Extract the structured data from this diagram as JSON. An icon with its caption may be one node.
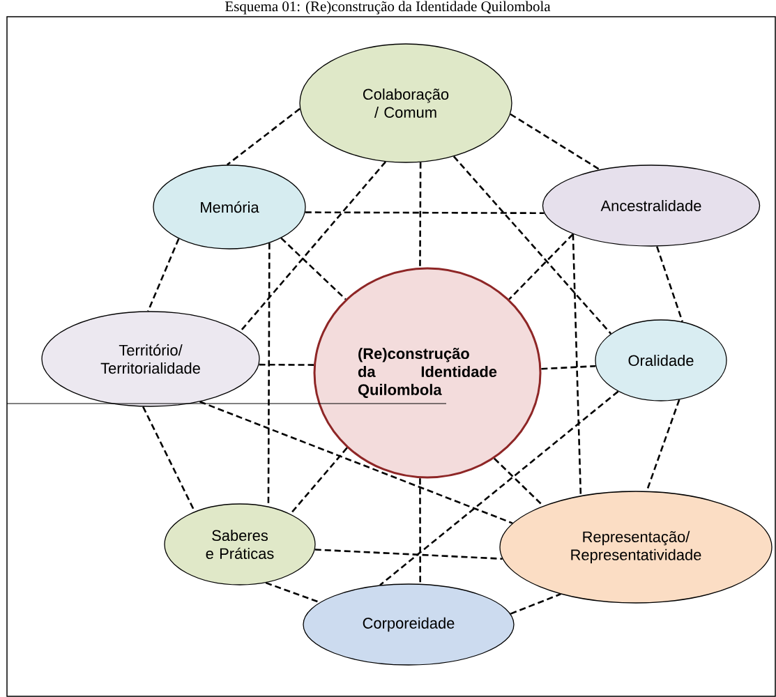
{
  "diagram": {
    "title": "Esquema 01: (Re)construção da Identidade Quilombola",
    "nodes": [
      {
        "text": [
          "Colaboração / Comum"
        ]
      },
      {
        "text": [
          "Memória"
        ]
      },
      {
        "text": [
          "Ancestralidade"
        ]
      },
      {
        "text": [
          "(Re)construção da Identidade Quilombola"
        ]
      },
      {
        "text": [
          "Território/ Territorialidade"
        ]
      },
      {
        "text": [
          "Oralidade"
        ]
      },
      {
        "text": [
          "Saberes e Práticas"
        ]
      },
      {
        "text": [
          "Representação/ Representatividade"
        ]
      },
      {
        "text": [
          "Corporeidade"
        ]
      }
    ],
    "edges": [
      {
        "from": 0,
        "to": 1,
        "arrow": "none"
      },
      {
        "from": 0,
        "to": 2,
        "arrow": "none"
      },
      {
        "from": 0,
        "to": 3,
        "arrow": "none"
      },
      {
        "from": 0,
        "to": 5,
        "arrow": "none"
      },
      {
        "from": 0,
        "to": 4,
        "arrow": "none"
      },
      {
        "from": 1,
        "to": 2,
        "arrow": "none"
      },
      {
        "from": 1,
        "to": 3,
        "arrow": "none"
      },
      {
        "from": 1,
        "to": 4,
        "arrow": "none"
      },
      {
        "from": 1,
        "to": 6,
        "arrow": "none"
      },
      {
        "from": 2,
        "to": 3,
        "arrow": "none"
      },
      {
        "from": 2,
        "to": 7,
        "arrow": "none"
      },
      {
        "from": 2,
        "to": 5,
        "arrow": "none"
      },
      {
        "from": 4,
        "to": 3,
        "arrow": "none"
      },
      {
        "from": 4,
        "to": 6,
        "arrow": "none"
      },
      {
        "from": 4,
        "to": 7,
        "arrow": "none"
      },
      {
        "from": 3,
        "to": 5,
        "arrow": "none"
      },
      {
        "from": 3,
        "to": 6,
        "arrow": "none"
      },
      {
        "from": 3,
        "to": 7,
        "arrow": "none"
      },
      {
        "from": 3,
        "to": 8,
        "arrow": "none"
      },
      {
        "from": 5,
        "to": 8,
        "arrow": "none"
      },
      {
        "from": 5,
        "to": 7,
        "arrow": "none"
      },
      {
        "from": 6,
        "to": 7,
        "arrow": "none"
      },
      {
        "from": 6,
        "to": 8,
        "arrow": "none"
      },
      {
        "from": 8,
        "to": 7,
        "arrow": "none"
      }
    ]
  }
}
